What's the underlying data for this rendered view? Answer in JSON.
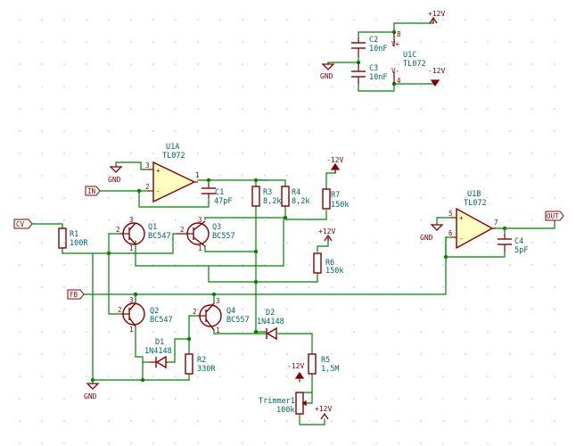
{
  "labels": {
    "in": "IN",
    "cv": "CV",
    "fb": "FB",
    "out": "OUT"
  },
  "components": {
    "u1a": {
      "ref": "U1A",
      "value": "TL072",
      "pin_plus": "3",
      "pin_minus": "2",
      "pin_out": "1",
      "plus": "+",
      "minus": "-"
    },
    "u1b": {
      "ref": "U1B",
      "value": "TL072",
      "pin_plus": "5",
      "pin_minus": "6",
      "pin_out": "7",
      "plus": "+",
      "minus": "-"
    },
    "u1c": {
      "ref": "U1C",
      "value": "TL072",
      "pin_vp": "8",
      "pin_vm": "4",
      "vp": "V+",
      "vm": "V-"
    },
    "c1": {
      "ref": "C1",
      "value": "47pF"
    },
    "c2": {
      "ref": "C2",
      "value": "10nF"
    },
    "c3": {
      "ref": "C3",
      "value": "10nF"
    },
    "c4": {
      "ref": "C4",
      "value": "5pF"
    },
    "r1": {
      "ref": "R1",
      "value": "100R"
    },
    "r2": {
      "ref": "R2",
      "value": "330R"
    },
    "r3": {
      "ref": "R3",
      "value": "8,2k"
    },
    "r4": {
      "ref": "R4",
      "value": "8,2k"
    },
    "r5": {
      "ref": "R5",
      "value": "1,5M"
    },
    "r6": {
      "ref": "R6",
      "value": "150k"
    },
    "r7": {
      "ref": "R7",
      "value": "150k"
    },
    "q1": {
      "ref": "Q1",
      "value": "BC547"
    },
    "q2": {
      "ref": "Q2",
      "value": "BC547"
    },
    "q3": {
      "ref": "Q3",
      "value": "BC557"
    },
    "q4": {
      "ref": "Q4",
      "value": "BC557"
    },
    "d1": {
      "ref": "D1",
      "value": "1N4148"
    },
    "d2": {
      "ref": "D2",
      "value": "1N4148"
    },
    "trimmer1": {
      "ref": "Trimmer1",
      "value": "100k"
    },
    "pin_b": "2",
    "pin_c": "3",
    "pin_e": "1"
  },
  "power": {
    "gnd": "GND",
    "p12": "+12V",
    "m12": "-12V"
  }
}
